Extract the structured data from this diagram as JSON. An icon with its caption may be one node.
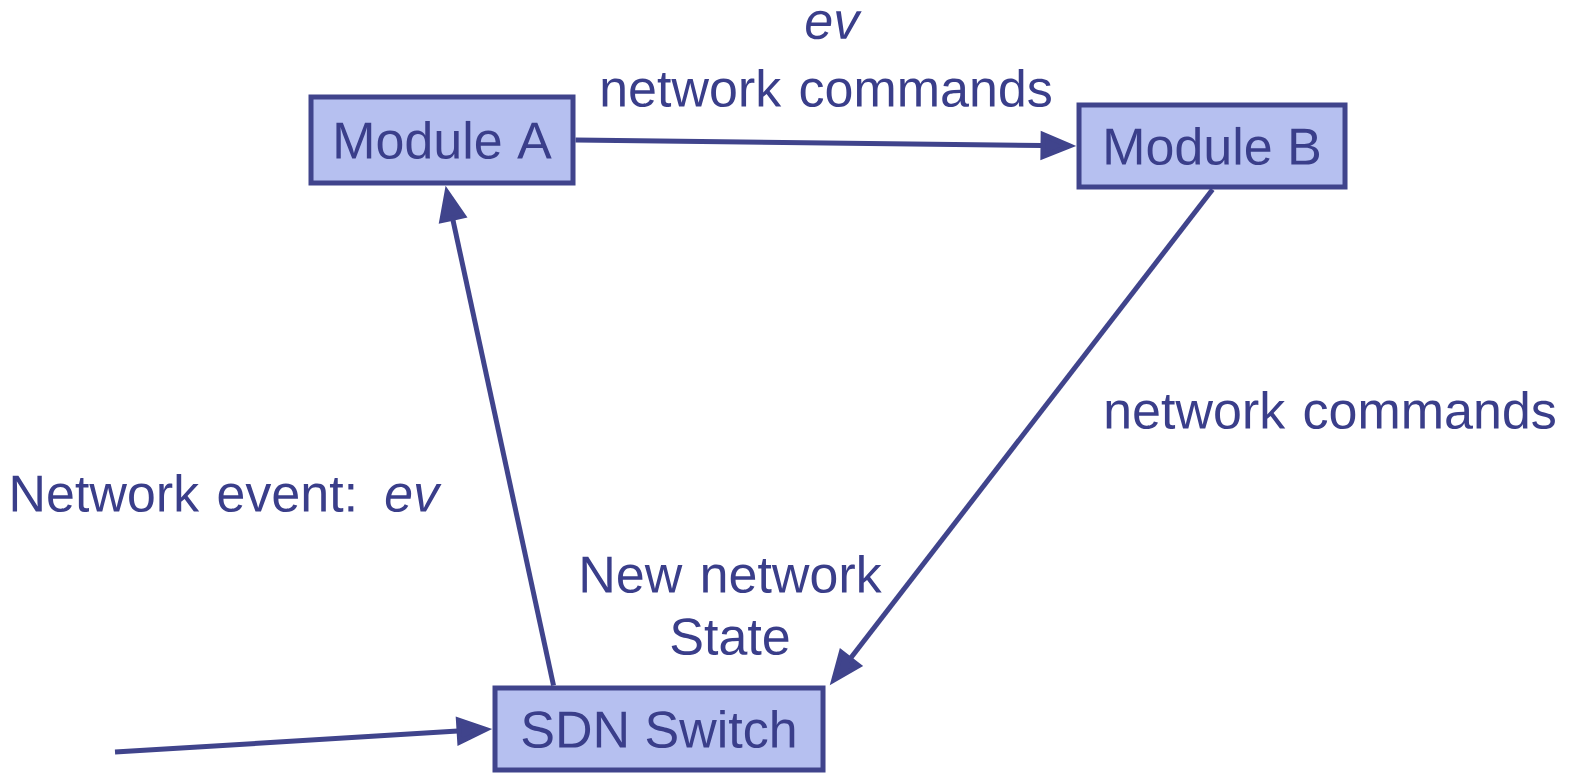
{
  "diagram": {
    "nodes": [
      {
        "text": [
          "Module A"
        ]
      },
      {
        "text": [
          "Module B"
        ]
      },
      {
        "text": [
          "SDN Switch"
        ]
      }
    ],
    "edges": [
      {
        "from": 0,
        "to": 1,
        "arrow": "to",
        "label": "network commands"
      },
      {
        "from": 1,
        "to": 2,
        "arrow": "to",
        "label": "network commands"
      },
      {
        "from": 2,
        "to": 0,
        "arrow": "to"
      },
      {
        "from": null,
        "to": 2,
        "arrow": "to"
      }
    ],
    "labels": [
      "*ev*",
      "Network event: *ev*",
      "New network State"
    ]
  }
}
